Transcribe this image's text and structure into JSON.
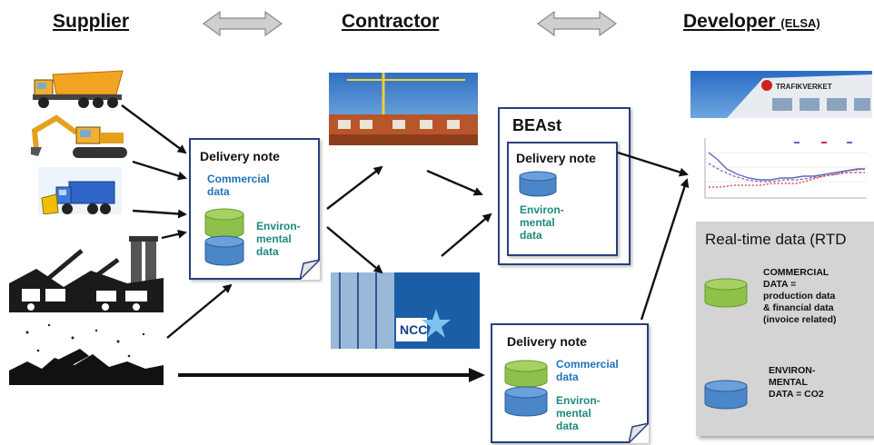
{
  "headers": {
    "supplier": "Supplier",
    "contractor": "Contractor",
    "developer": "Developer",
    "developer_sub": "(ELSA)"
  },
  "supplier_note": {
    "title": "Delivery note",
    "commercial": [
      "Commercial",
      "data"
    ],
    "environmental": [
      "Environ-",
      "mental",
      "data"
    ]
  },
  "beast": {
    "title": "BEAst",
    "note_title": "Delivery note",
    "environmental": [
      "Environ-",
      "mental",
      "data"
    ]
  },
  "bottom_note": {
    "title": "Delivery note",
    "commercial": [
      "Commercial",
      "data"
    ],
    "environmental": [
      "Environ-",
      "mental",
      "data"
    ]
  },
  "rtd": {
    "title": "Real-time data (RTD",
    "commercial_lines": [
      "COMMERCIAL",
      "DATA =",
      "production data",
      "& financial data",
      "(invoice related)"
    ],
    "environmental_lines": [
      "ENVIRON-",
      "MENTAL",
      "DATA = CO2"
    ]
  },
  "photos": {
    "ncc_label": "NCC",
    "trafikverket_label": "TRAFIKVERKET"
  },
  "colors": {
    "note_border": "#27407a",
    "commercial_blue": "#1f74b8",
    "environmental_green": "#1d8a7d",
    "cyl_green": "#8dc14a",
    "cyl_blue": "#4a86c8",
    "arrow_gray": "#c8c8c8"
  },
  "icons": [
    "double-arrow-icon",
    "dump-truck-icon",
    "excavator-icon",
    "snowplow-truck-icon",
    "plant-icon",
    "quarry-icon"
  ]
}
